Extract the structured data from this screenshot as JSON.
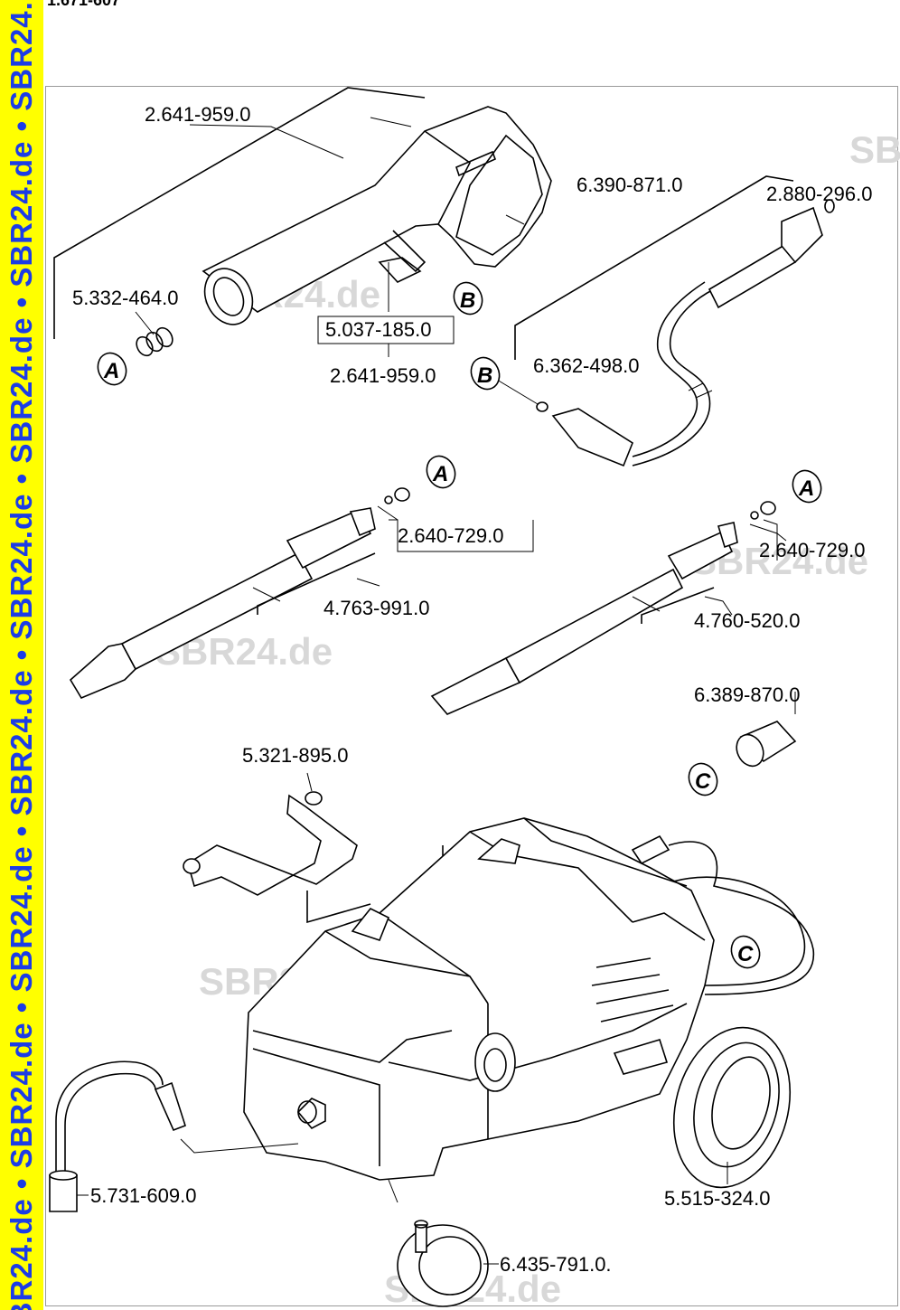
{
  "band_text": "SBR24.de • SBR24.de • SBR24.de • SBR24.de • SBR24.de • SBR24.de • SBR24.de • SBR24.de",
  "doc_number": "1.671-607",
  "watermark": "SBR24.de",
  "colors": {
    "band_yellow": "#ffff00",
    "band_text": "#1c3ce6",
    "watermark": "#d8d8d8"
  },
  "labels": {
    "gun_top": "2.641-959.0",
    "gun_mid": "2.641-959.0",
    "seal_ring": "5.332-464.0",
    "trigger_lock": "5.037-185.0",
    "hose": "6.390-871.0",
    "hose_oring": "2.880-296.0",
    "hose_fitting": "6.362-498.0",
    "nozzle_left": "2.640-729.0",
    "lance_left": "4.763-991.0",
    "nozzle_right": "2.640-729.0",
    "lance_right": "4.760-520.0",
    "coupling": "6.389-870.0",
    "handle": "5.321-895.0",
    "filter": "5.731-609.0",
    "wheel_large": "5.515-324.0",
    "wheel_small": "6.435-791.0."
  },
  "tags": {
    "a": "A",
    "b": "B",
    "c": "C"
  }
}
